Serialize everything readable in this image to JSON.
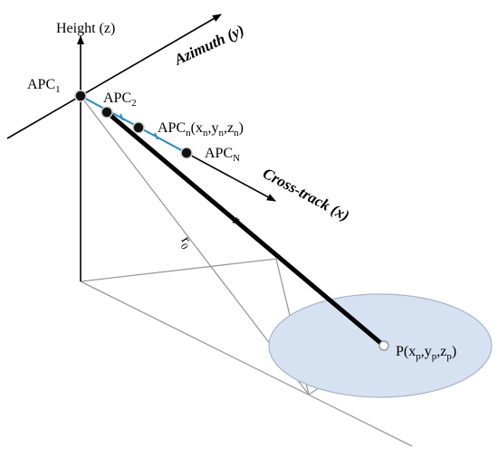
{
  "axes": {
    "z": "Height (z)",
    "y": "Azimuth (y)",
    "x": "Cross-track (x)"
  },
  "apc": {
    "first": {
      "base": "APC",
      "sub": "1"
    },
    "second": {
      "base": "APC",
      "sub": "2"
    },
    "nth": {
      "base": "APC",
      "sub": "n",
      "coord_open": "(",
      "c1": "x",
      "c1_sub": "n",
      "comma1": ",",
      "c2": "y",
      "c2_sub": "n",
      "comma2": ",",
      "c3": "z",
      "c3_sub": "n",
      "coord_close": ")"
    },
    "last": {
      "base": "APC",
      "sub": "N"
    }
  },
  "target": {
    "prefix": "P(",
    "c1": "x",
    "c1_sub": "p",
    "comma1": ",",
    "c2": "y",
    "c2_sub": "p",
    "comma2": ",",
    "c3": "z",
    "c3_sub": "p",
    "suffix": ")"
  },
  "ranges": {
    "r": "r",
    "r0_base": "r",
    "r0_sub": "0"
  },
  "colors": {
    "axis": "#000000",
    "ground": "#9a9a9a",
    "path": "#2a8fc0",
    "footprint_fill": "#d6e1f1",
    "footprint_stroke": "#a9b6c8",
    "range_line": "#000000"
  }
}
